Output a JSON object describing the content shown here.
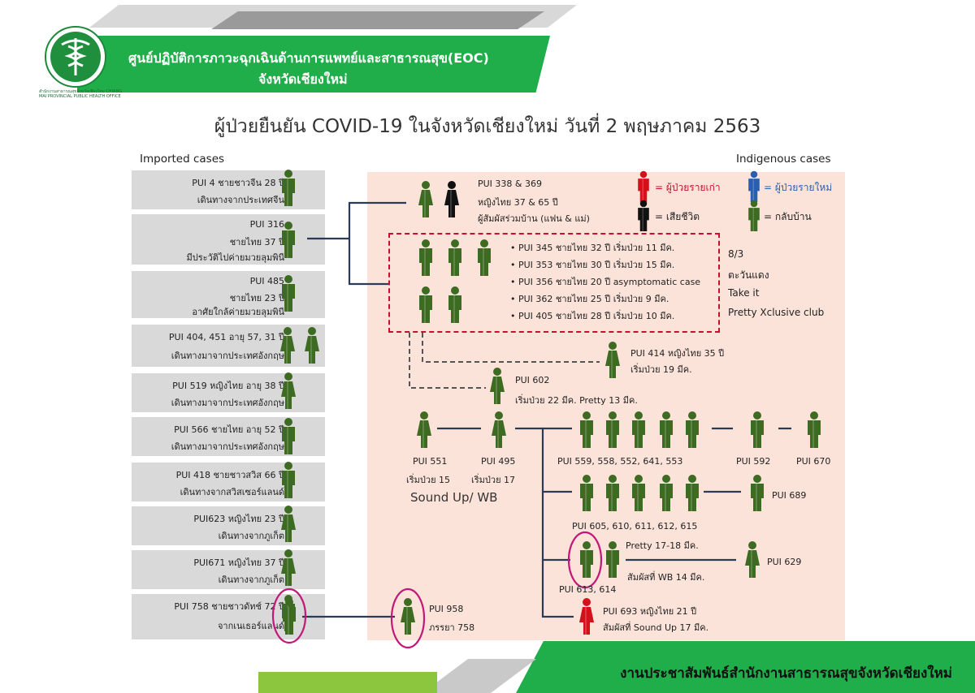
{
  "header": {
    "line1": "ศูนย์ปฏิบัติการภาวะฉุกเฉินด้านการแพทย์และสาธารณสุข(EOC)",
    "line2": "จังหวัดเชียงใหม่",
    "logo_text": "สำนักงานสาธารณสุขจังหวัดเชียงใหม่ CHIANG MAI PROVINCIAL PUBLIC HEALTH OFFICE"
  },
  "title": "ผู้ป่วยยืนยัน COVID-19 ในจังหวัดเชียงใหม่ วันที่ 2 พฤษภาคม 2563",
  "imported_label": "Imported cases",
  "indigenous_label": "Indigenous cases",
  "imported": [
    {
      "l1": "PUI 4 ชายชาวจีน 28 ปี",
      "l2": "เดินทางจากประเทศจีน"
    },
    {
      "l1": "PUI 316",
      "l2": "ชายไทย 37 ปี",
      "l3": "มีประวัติไปค่ายมวยลุมพินี"
    },
    {
      "l1": "PUI 485",
      "l2": "ชายไทย 23 ปี",
      "l3": "อาศัยใกล้ค่ายมวยลุมพินี"
    },
    {
      "l1": "PUI 404, 451 อายุ 57, 31 ปี",
      "l2": "เดินทางมาจากประเทศอังกฤษ"
    },
    {
      "l1": "PUI 519 หญิงไทย อายุ 38 ปี",
      "l2": "เดินทางมาจากประเทศอังกฤษ"
    },
    {
      "l1": "PUI 566 ชายไทย อายุ 52 ปี",
      "l2": "เดินทางมาจากประเทศอังกฤษ"
    },
    {
      "l1": "PUI 418 ชายชาวสวิส 66 ปี",
      "l2": "เดินทางจากสวิสเซอร์แลนด์"
    },
    {
      "l1": "PUI623 หญิงไทย 23 ปี",
      "l2": "เดินทางจากภูเก็ต"
    },
    {
      "l1": "PUI671 หญิงไทย   37 ปี",
      "l2": "เดินทางจากภูเก็ต"
    },
    {
      "l1": "PUI 758 ชายชาวดัทช์ 72 ปี",
      "l2": "จากเนเธอร์แลนด์"
    }
  ],
  "legend": {
    "old": "= ผู้ป่วยรายเก่า",
    "new": "= ผู้ป่วยรายใหม่",
    "dead": "= เสียชีวิต",
    "home": "= กลับบ้าน",
    "colors": {
      "old": "#d6101a",
      "new": "#2a5fb0",
      "dead": "#111111",
      "home": "#3d6b22"
    }
  },
  "family": {
    "l1": "PUI 338 & 369",
    "l2": "หญิงไทย 37 & 65 ปี",
    "l3": "ผู้สัมผัสร่วมบ้าน (แฟน & แม่)"
  },
  "cluster": [
    "PUI 345 ชายไทย 32 ปี เริ่มป่วย 11 มีค.",
    "PUI 353 ชายไทย 30 ปี เริ่มป่วย 15 มีค.",
    "PUI 356 ชายไทย 20 ปี asymptomatic case",
    "PUI 362 ชายไทย 25 ปี เริ่มป่วย 9 มีค.",
    "PUI 405 ชายไทย 28 ปี เริ่มป่วย 10 มีค."
  ],
  "venue": [
    "8/3",
    "ตะวันแดง",
    "Take it",
    "Pretty Xclusive club"
  ],
  "pui414": {
    "l1": "PUI 414 หญิงไทย 35 ปี",
    "l2": "เริ่มป่วย 19 มีค."
  },
  "pui602": {
    "l1": "PUI 602",
    "l2": "เริ่มป่วย 22 มีค. Pretty 13 มีค."
  },
  "pui551": {
    "l1": "PUI 551",
    "l2": "เริ่มป่วย 15"
  },
  "pui495": {
    "l1": "PUI 495",
    "l2": "เริ่มป่วย 17"
  },
  "soundup": "Sound Up/ WB",
  "row1": {
    "label": "PUI  559,  558,  552,  641,  553",
    "b": "PUI 592",
    "c": "PUI 670"
  },
  "row2": {
    "label": "PUI 605,  610,  611,  612,  615",
    "b": "PUI 689"
  },
  "row3": {
    "label": "PUI 613,  614",
    "pretty": "Pretty 17-18 มีค.",
    "contact": "สัมผัสที่ WB 14 มีค.",
    "b": "PUI 629"
  },
  "pui693": {
    "l1": "PUI 693 หญิงไทย 21 ปี",
    "l2": "สัมผัสที่ Sound Up 17 มีค."
  },
  "pui958": {
    "l1": "PUI 958",
    "l2": "ภรรยา 758"
  },
  "footer": "งานประชาสัมพันธ์สำนักงานสาธารณสุขจังหวัดเชียงใหม่"
}
